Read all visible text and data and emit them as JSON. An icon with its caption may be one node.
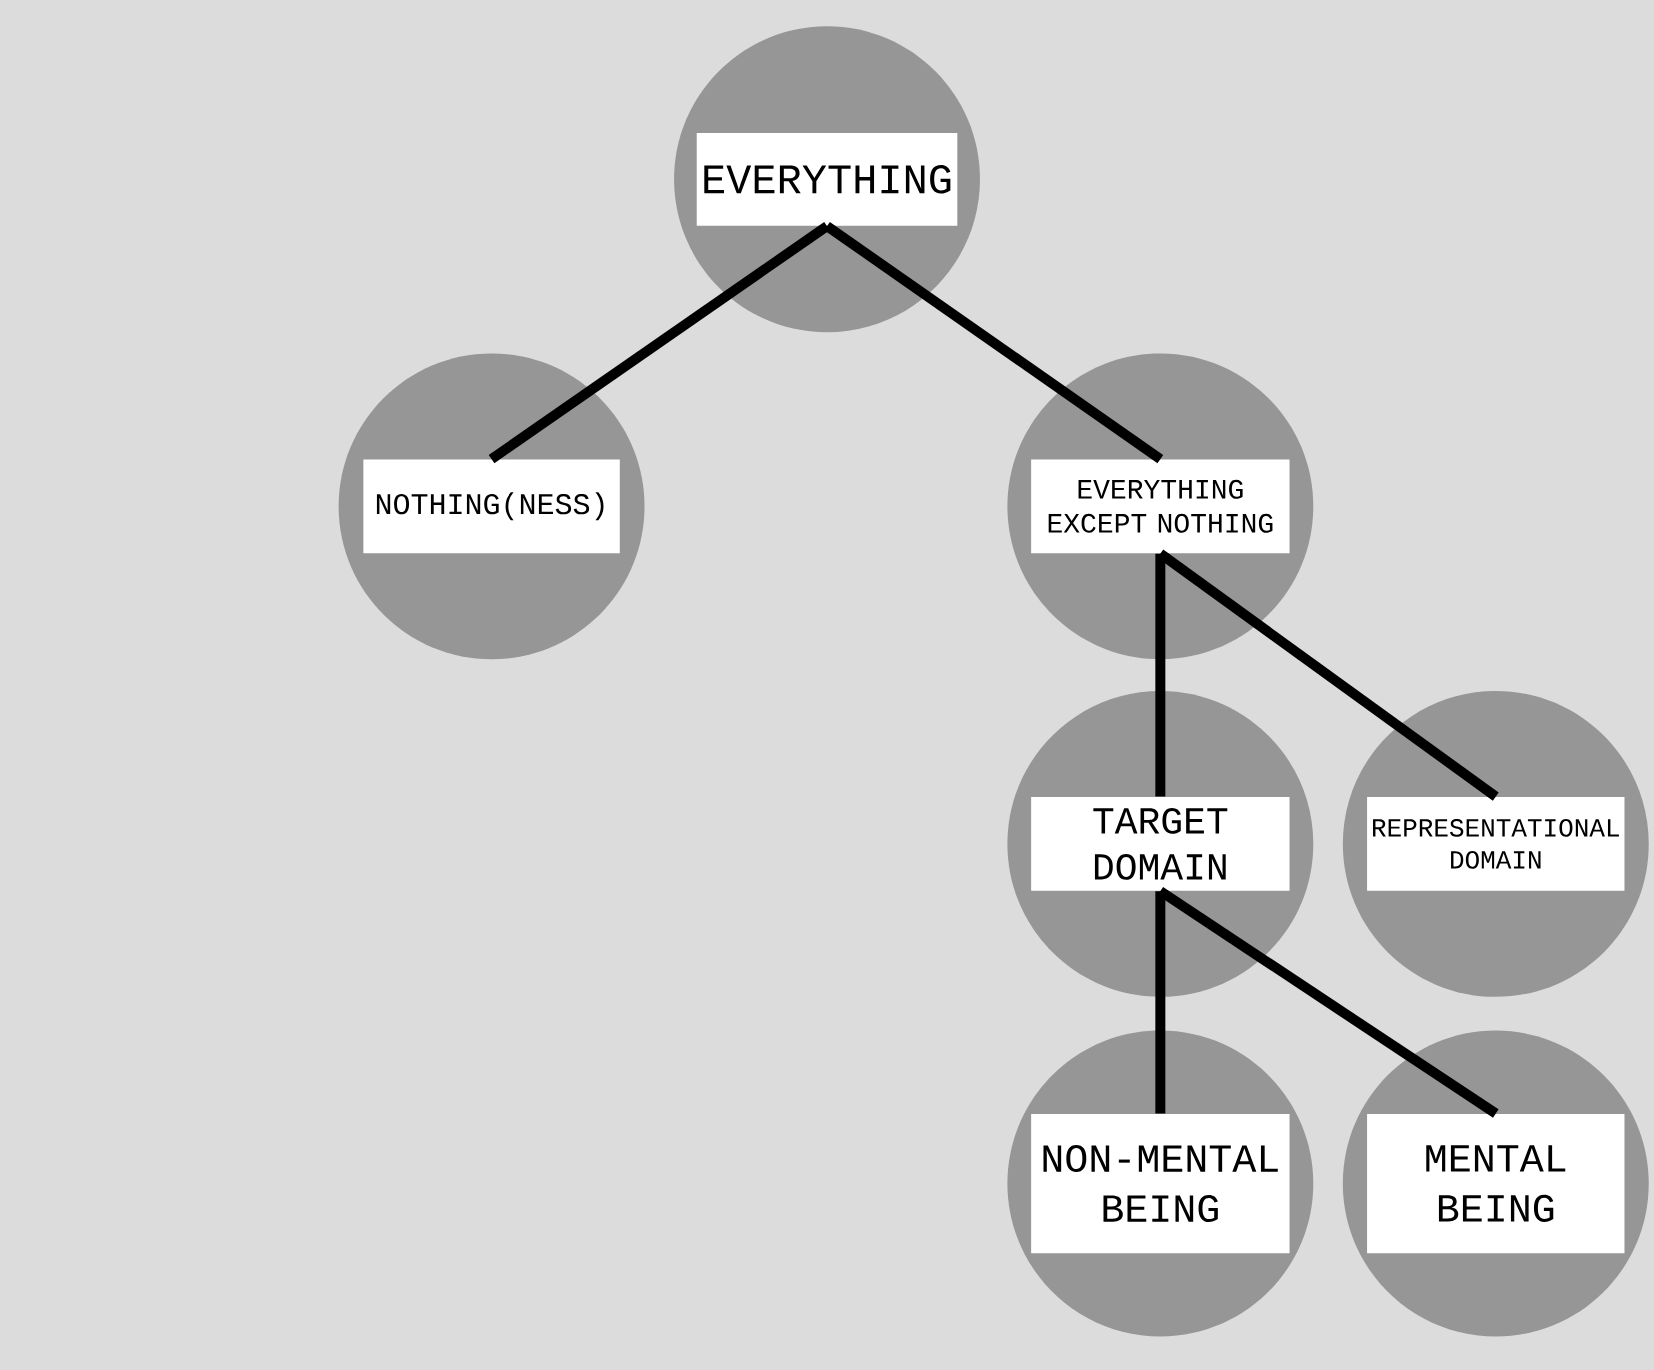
{
  "diagram": {
    "nodes": [
      {
        "text": [
          "EVERYTHING"
        ]
      },
      {
        "text": [
          "NOTHING(NESS)"
        ]
      },
      {
        "text": [
          "EVERYTHING EXCEPT NOTHING"
        ]
      },
      {
        "text": [
          "TARGET DOMAIN"
        ]
      },
      {
        "text": [
          "REPRESENTATIONAL DOMAIN"
        ]
      },
      {
        "text": [
          "NON-MENTAL BEING"
        ]
      },
      {
        "text": [
          "MENTAL BEING"
        ]
      }
    ],
    "edges": [
      {
        "from": 0,
        "to": 1,
        "arrow": "none"
      },
      {
        "from": 0,
        "to": 2,
        "arrow": "none"
      },
      {
        "from": 2,
        "to": 3,
        "arrow": "none"
      },
      {
        "from": 2,
        "to": 4,
        "arrow": "none"
      },
      {
        "from": 3,
        "to": 5,
        "arrow": "none"
      },
      {
        "from": 3,
        "to": 6,
        "arrow": "none"
      }
    ]
  }
}
